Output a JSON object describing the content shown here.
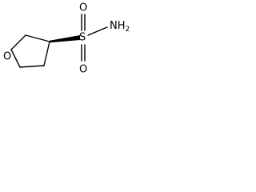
{
  "molecule": {
    "ring_oxygen": "O",
    "sulfur": "S",
    "oxygen_top": "O",
    "oxygen_bottom": "O",
    "amine_n": "NH",
    "amine_subscript": "2"
  },
  "colors": {
    "ink": "#000000",
    "background": "#ffffff"
  }
}
